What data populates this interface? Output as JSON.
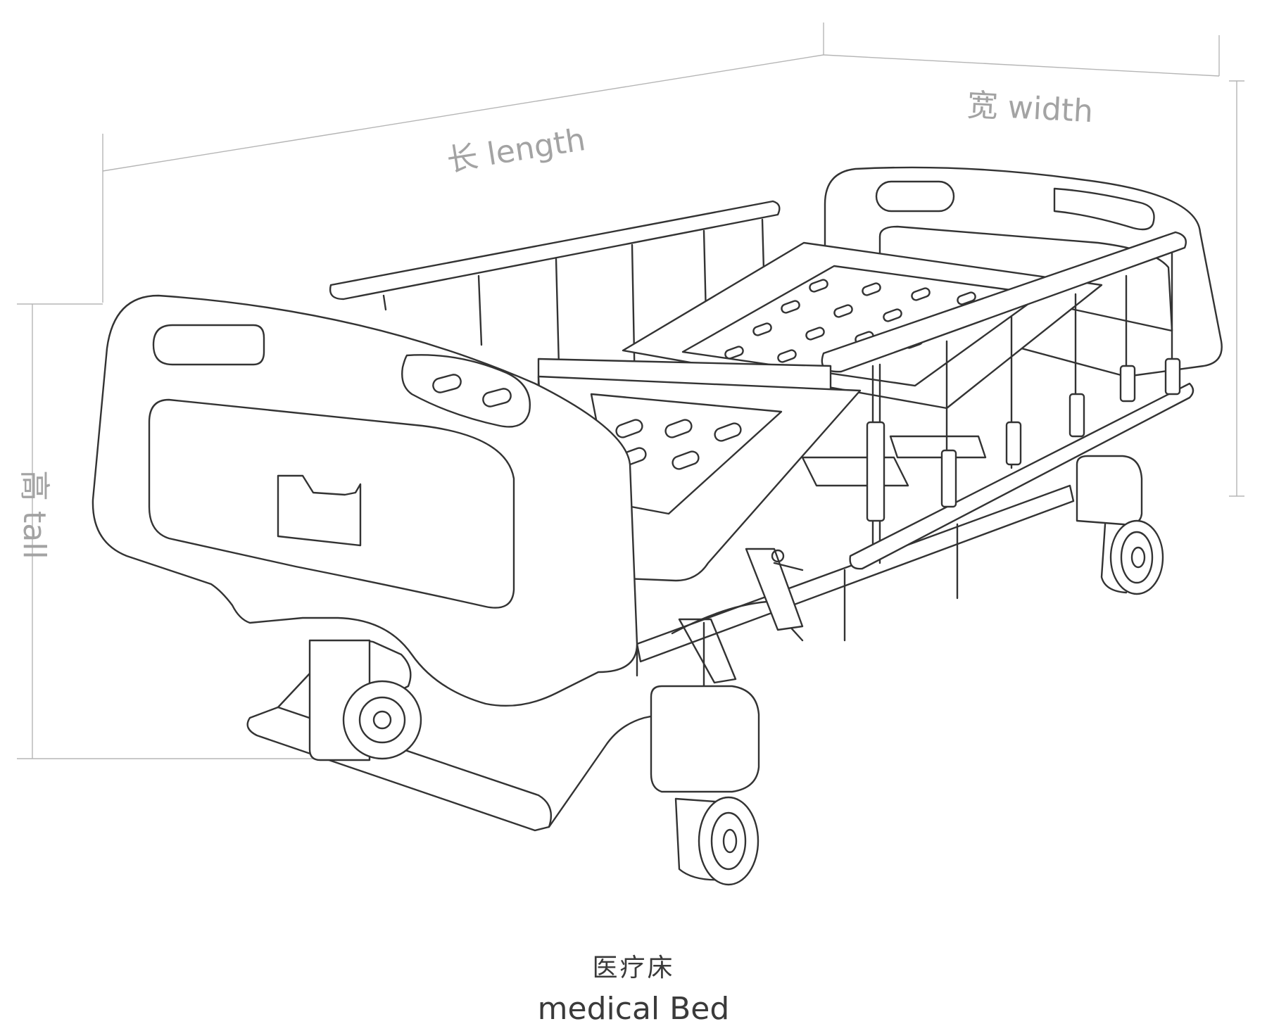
{
  "dimensions": {
    "length": "长 length",
    "width": "宽 width",
    "tall": "高 tall"
  },
  "caption": {
    "chinese": "医疗床",
    "english": "medical Bed"
  },
  "colors": {
    "line": "#333333",
    "dimension_line": "#b5b5b5",
    "dimension_text": "#a3a3a3",
    "background": "#ffffff"
  }
}
